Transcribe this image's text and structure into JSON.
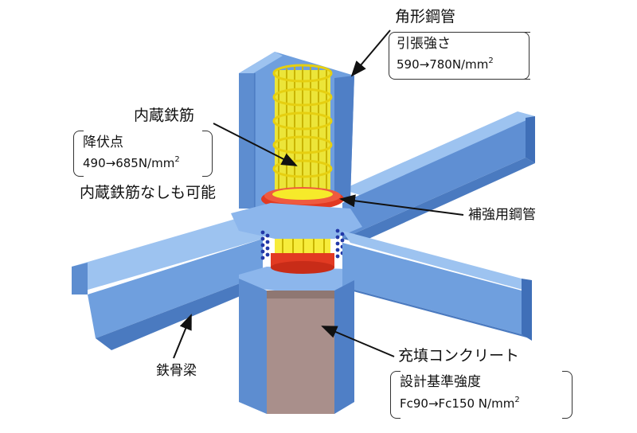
{
  "labels": {
    "steel_tube": {
      "title": "角形鋼管",
      "prop": "引張強さ",
      "value_main": "590→780N/mm",
      "value_sup": "2"
    },
    "rebar": {
      "title": "内蔵鉄筋",
      "prop": "降伏点",
      "value_main": "490→685N/mm",
      "value_sup": "2",
      "note": "内蔵鉄筋なしも可能"
    },
    "reinforcing_tube": {
      "title": "補強用鋼管"
    },
    "steel_beam": {
      "title": "鉄骨梁"
    },
    "concrete": {
      "title": "充填コンクリート",
      "prop": "設計基準強度",
      "value_main": "Fc90→Fc150 N/mm",
      "value_sup": "2"
    }
  },
  "colors": {
    "steel_blue": "#6f9fde",
    "steel_blue_dark": "#3f6fb8",
    "steel_blue_light": "#9dc3f0",
    "rebar_yellow": "#f6ea2a",
    "rebar_dark": "#c9b400",
    "ring_red": "#e23a22",
    "concrete": "#a98f8b",
    "concrete_dark": "#7e6763",
    "stud_blue": "#2238a8"
  }
}
